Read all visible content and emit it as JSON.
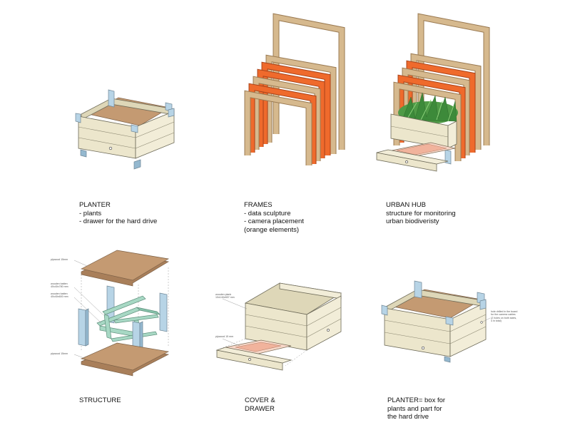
{
  "captions": {
    "planter": [
      "PLANTER",
      "- plants",
      "- drawer for the hard drive"
    ],
    "frames": [
      "FRAMES",
      "- data sculpture",
      "- camera placement",
      "(orange elements)"
    ],
    "urban_hub": [
      "URBAN HUB",
      "structure for monitoring",
      "urban biodiveristy"
    ],
    "structure": [
      "STRUCTURE"
    ],
    "cover_drawer": [
      "COVER &",
      "DRAWER"
    ],
    "planter_box": [
      "PLANTER= box for",
      "plants and part for",
      "the hard drive"
    ]
  },
  "notes": {
    "structure": {
      "plywood_top": "plywood 15mm",
      "batten_1": [
        "wooden batten",
        "40x40x780 mm"
      ],
      "batten_2": [
        "wooden batten",
        "40x40x600 mm"
      ],
      "plywood_bottom": "plywood 15mm"
    },
    "cover": {
      "wooden_plank": [
        "wooden plank",
        "10x140x657 mm"
      ],
      "plywood": "plywood 15 mm"
    },
    "planter_box": [
      "hole drilled in the board",
      "for the camera cables",
      "(2 holes on both sides,",
      "4 in total)"
    ]
  },
  "colors": {
    "wood": "#ece6cc",
    "plywood": "#c49a72",
    "steel": "#b7d4e6",
    "batten": "#a7d8c4",
    "frame": "#d6b98e",
    "orange": "#ef6a2c",
    "plants": "#4f9a46",
    "drawer": "#f1b39c"
  }
}
